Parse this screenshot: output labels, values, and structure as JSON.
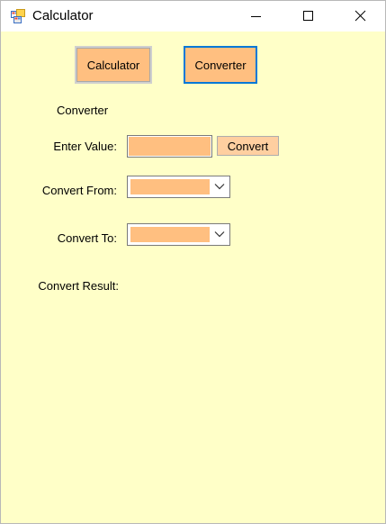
{
  "window": {
    "title": "Calculator",
    "icon": "app-form-icon",
    "controls": [
      "minimize-icon",
      "maximize-icon",
      "close-icon"
    ]
  },
  "nav": {
    "calculator_label": "Calculator",
    "converter_label": "Converter",
    "active": "Converter"
  },
  "converter": {
    "heading": "Converter",
    "enter_value_label": "Enter Value:",
    "enter_value_value": "",
    "convert_button_label": "Convert",
    "convert_from_label": "Convert From:",
    "convert_from_value": "",
    "convert_to_label": "Convert To:",
    "convert_to_value": "",
    "convert_result_label": "Convert Result:"
  },
  "colors": {
    "client_background": "#ffffc8",
    "control_fill": "#ffbf80",
    "focus_border": "#0078d7"
  }
}
